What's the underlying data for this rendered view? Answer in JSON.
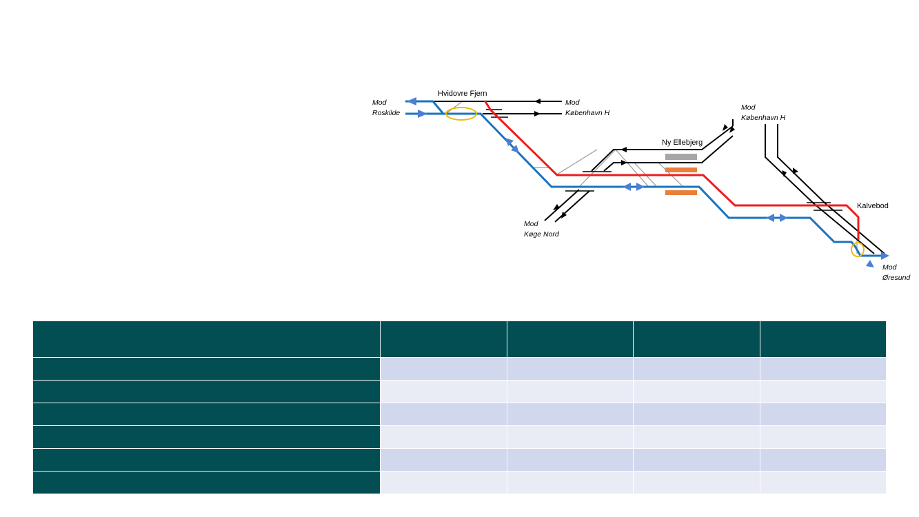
{
  "diagram": {
    "stations": {
      "hvidovre": "Hvidovre Fjern",
      "ny_ellebjerg": "Ny Ellebjerg",
      "kalvebod": "Kalvebod"
    },
    "directions": {
      "roskilde": [
        "Mod",
        "Roskilde"
      ],
      "kbh_west": [
        "Mod",
        "København H"
      ],
      "kbh_north": [
        "Mod",
        "København H"
      ],
      "koge_nord": [
        "Mod",
        "Køge Nord"
      ],
      "oresund": [
        "Mod",
        "Øresund"
      ]
    },
    "colors": {
      "track": "#000000",
      "red_route": "#ee1c1c",
      "blue_route": "#1a73c0",
      "arrow_blue": "#4a7fd4",
      "highlight": "#f0b800",
      "platform_gray": "#a6a6a6",
      "platform_orange": "#e8803a",
      "crossover": "#999999"
    }
  },
  "table": {
    "header_color": "#034e53",
    "row_colors": [
      "#d1d7ec",
      "#e9ecf5"
    ],
    "columns": [
      "",
      "",
      "",
      "",
      ""
    ],
    "rows": [
      [
        "",
        "",
        "",
        "",
        ""
      ],
      [
        "",
        "",
        "",
        "",
        ""
      ],
      [
        "",
        "",
        "",
        "",
        ""
      ],
      [
        "",
        "",
        "",
        "",
        ""
      ],
      [
        "",
        "",
        "",
        "",
        ""
      ],
      [
        "",
        "",
        "",
        "",
        ""
      ]
    ]
  }
}
